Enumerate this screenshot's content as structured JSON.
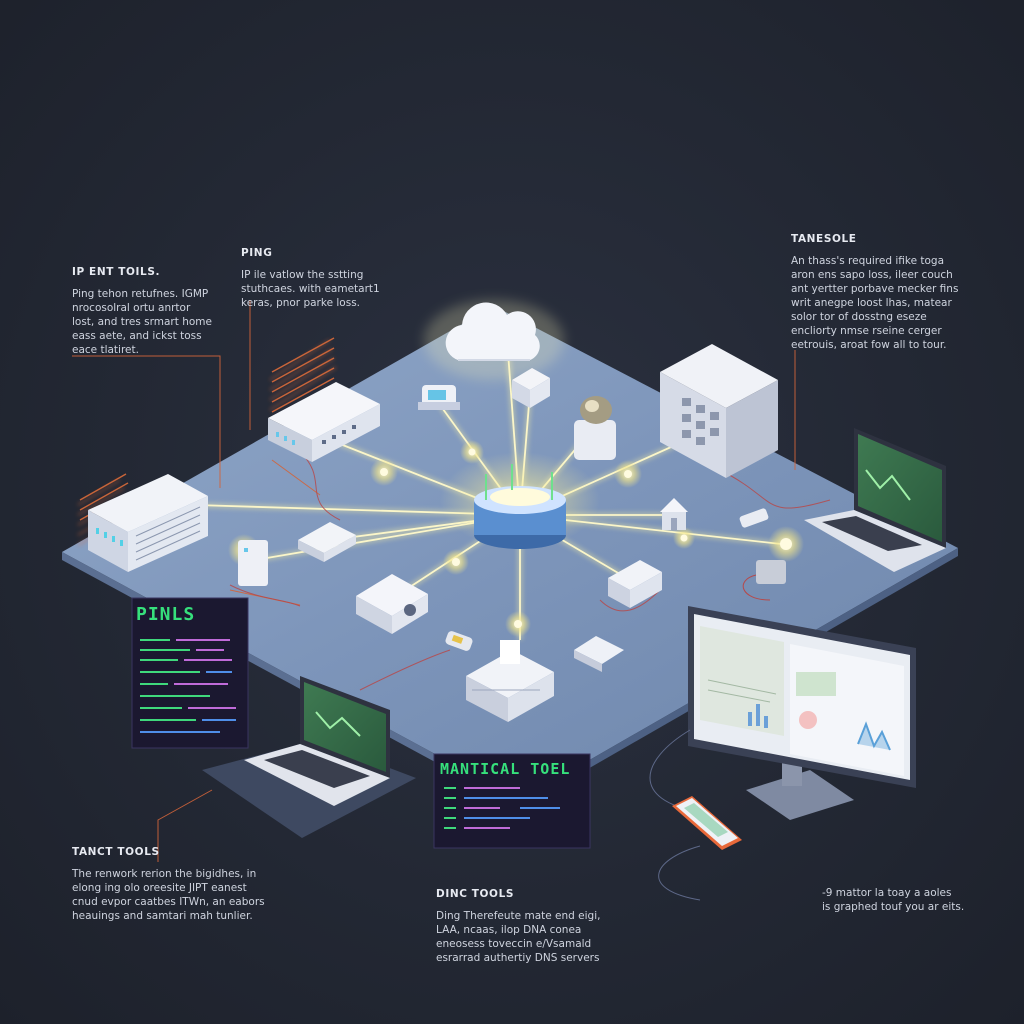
{
  "colors": {
    "background": "#252a36",
    "platform": "#7e98bd",
    "link_glow": "#f7f0a8",
    "accent_orange": "#e8703a",
    "terminal_green": "#35e07a",
    "terminal_bg": "#1b1830"
  },
  "notes": {
    "ip_tools": {
      "title": "IP ENT TOILS.",
      "lines": [
        "Ping tehon retufnes. IGMP",
        "nrocosolral ortu anrtor",
        "lost, and tres srmart home",
        "eass aete, and ickst toss",
        "eace tlatiret."
      ]
    },
    "ping": {
      "title": "PING",
      "lines": [
        "IP ile vatlow the sstting",
        "stuthcaes. with eametart1",
        "keras, pnor parke loss."
      ]
    },
    "tanesole": {
      "title": "TANESOLE",
      "lines": [
        "An thass's required ifike toga",
        "aron ens sapo loss, ileer couch",
        "ant yertter porbave mecker fins",
        "writ anegpe loost lhas, matear",
        "solor tor of dosstng eseze",
        "encliorty nmse rseine cerger",
        "eetrouis, aroat fow all to tour."
      ]
    },
    "tanct_tools": {
      "title": "TANCT TOOLS",
      "lines": [
        "The renwork rerion the bigidhes, in",
        "elong ing olo oreesite JIPT eanest",
        "cnud evpor caatbes ITWn, an eabors",
        "heauings and samtari mah tunlier."
      ]
    },
    "dinc_tools": {
      "title": "DINC TOOLS",
      "lines": [
        "Ding Therefeute mate end eigi,",
        "LAA, ncaas, ilop DNA conea",
        "eneosess toveccin e/Vsamald",
        "esrarrad authertiy DNS servers"
      ]
    },
    "graphed": {
      "lines": [
        "-9 mattor la toay a aoles",
        "is graphed touf you ar eits."
      ]
    }
  },
  "terminals": {
    "pinls": {
      "title": "PINLS"
    },
    "mantical": {
      "title": "MANTICAL TOEL"
    }
  },
  "devices": [
    {
      "name": "cloud",
      "icon": "cloud-icon"
    },
    {
      "name": "central-router",
      "icon": "router-hub-icon"
    },
    {
      "name": "left-server-rack",
      "icon": "server-icon"
    },
    {
      "name": "top-left-router",
      "icon": "router-icon"
    },
    {
      "name": "top-right-server-cabinet",
      "icon": "server-cabinet-icon"
    },
    {
      "name": "right-laptop",
      "icon": "laptop-icon"
    },
    {
      "name": "bottom-left-laptop",
      "icon": "laptop-icon"
    },
    {
      "name": "desktop-monitor",
      "icon": "monitor-icon"
    },
    {
      "name": "phone",
      "icon": "phone-icon"
    },
    {
      "name": "home",
      "icon": "house-icon"
    },
    {
      "name": "printer",
      "icon": "printer-icon"
    },
    {
      "name": "camera",
      "icon": "camera-icon"
    },
    {
      "name": "smart-speaker",
      "icon": "speaker-icon"
    }
  ]
}
